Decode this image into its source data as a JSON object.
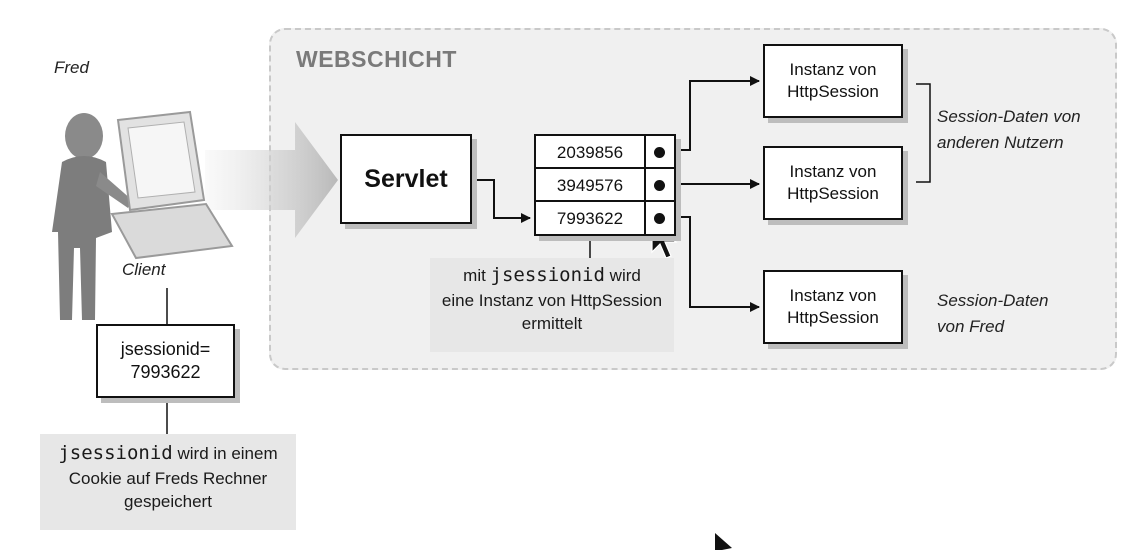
{
  "diagram": {
    "layer_title": "WEBSCHICHT",
    "servlet_label": "Servlet",
    "session_table": {
      "rows": [
        {
          "id": "2039856"
        },
        {
          "id": "3949576"
        },
        {
          "id": "7993622"
        }
      ]
    },
    "instances": [
      {
        "line1": "Instanz von",
        "line2": "HttpSession"
      },
      {
        "line1": "Instanz von",
        "line2": "HttpSession"
      },
      {
        "line1": "Instanz von",
        "line2": "HttpSession"
      }
    ],
    "labels": {
      "user_name": "Fred",
      "client": "Client",
      "others_line1": "Session-Daten von",
      "others_line2": "anderen Nutzern",
      "fred_line1": "Session-Daten",
      "fred_line2": "von Fred"
    },
    "cookie_box": {
      "line1": "jsessionid=",
      "line2": "7993622"
    },
    "note_lookup": {
      "code": "jsessionid",
      "line1_rest": " wird",
      "line2": "eine Instanz von HttpSession",
      "line3": "ermittelt"
    },
    "note_cookie": {
      "code": "jsessionid",
      "line1_rest": " wird in einem",
      "line2": "Cookie auf Freds Rechner",
      "line3": "gespeichert"
    },
    "colors": {
      "layer_background": "#f0f0f0",
      "layer_border": "#c9c9c9",
      "note_background": "#e7e7e7",
      "stroke": "#111111"
    }
  }
}
